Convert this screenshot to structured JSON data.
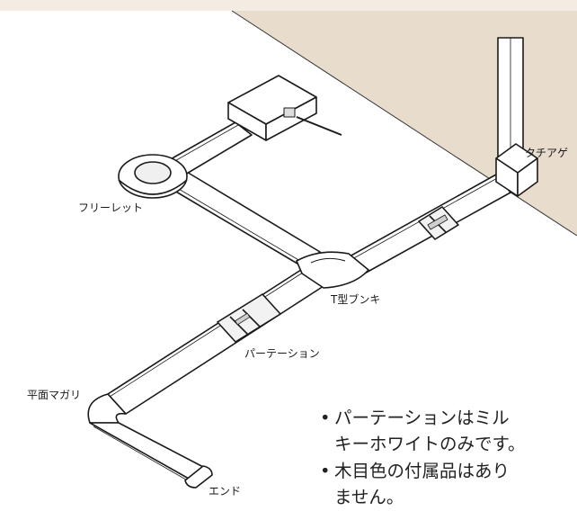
{
  "labels": {
    "free_outlet": "フリーレット",
    "standup": "タチアゲ",
    "t_branch": "T型ブンキ",
    "partition": "パーテーション",
    "flat_corner": "平面マガリ",
    "end": "エンド"
  },
  "notes": [
    {
      "line1": "パーテーションはミル",
      "line2": "キーホワイトのみです。"
    },
    {
      "line1": "木目色の付属品はあり",
      "line2": "ません。"
    }
  ],
  "colors": {
    "background": "#f3ece3",
    "floor": "#ffffff",
    "wall": "#e8dccd",
    "stroke": "#1a1a1a"
  }
}
